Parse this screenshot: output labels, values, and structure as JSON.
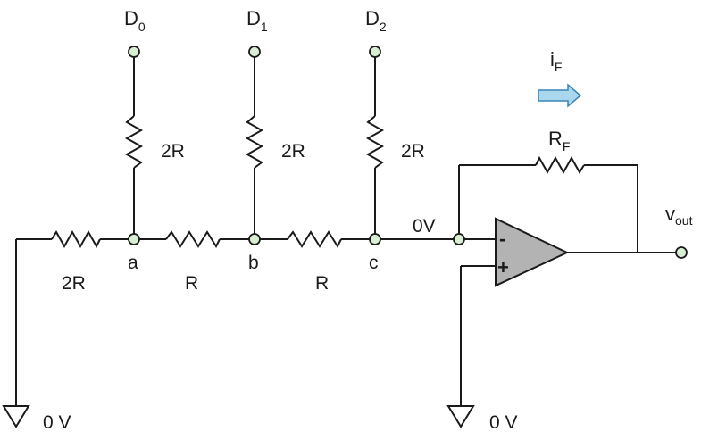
{
  "digital_inputs": [
    {
      "letter": "D",
      "index": "0"
    },
    {
      "letter": "D",
      "index": "1"
    },
    {
      "letter": "D",
      "index": "2"
    }
  ],
  "vertical_resistors": [
    "2R",
    "2R",
    "2R"
  ],
  "ladder_resistors": [
    "2R",
    "R",
    "R"
  ],
  "nodes": [
    "a",
    "b",
    "c"
  ],
  "virtual_ground_label": "0V",
  "feedback_resistor": {
    "letter": "R",
    "sub": "F"
  },
  "feedback_current": {
    "letter": "i",
    "sub": "F"
  },
  "output": {
    "letter": "v",
    "sub": "out"
  },
  "opamp": {
    "minus": "-",
    "plus": "+"
  },
  "grounds": [
    "0 V",
    "0 V"
  ],
  "colors": {
    "opamp_fill": "#b3b3b3",
    "node_fill": "#d9efd3",
    "arrow_fill": "#a9d8ee",
    "arrow_stroke": "#3a86b8"
  }
}
